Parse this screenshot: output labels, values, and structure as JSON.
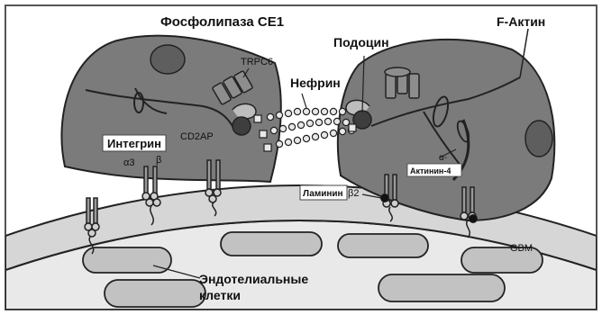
{
  "labels": {
    "phospholipase": "Фосфолипаза СЕ1",
    "f_actin": "F-Актин",
    "trpc6": "TRPC6",
    "podocyte": "Подоцин",
    "nephrin": "Нефрин",
    "cd2ap": "CD2AP",
    "integrin": "Интегрин",
    "alpha3": "α3",
    "beta": "β",
    "alpha_prefix": "α-",
    "actinin4": "Актинин-4",
    "laminin": "Ламинин",
    "beta2": "β2",
    "gbm": "GBM",
    "endothelial_line1": "Эндотелиальные",
    "endothelial_line2": "клетки"
  },
  "colors": {
    "cell_fill": "#7b7b7b",
    "nucleus_fill": "#5e5e5e",
    "gbm_fill": "#d6d6d6",
    "endothelial_fill": "#e9e9e9",
    "endo_cap_fill": "#c2c2c2",
    "outline": "#222222"
  }
}
